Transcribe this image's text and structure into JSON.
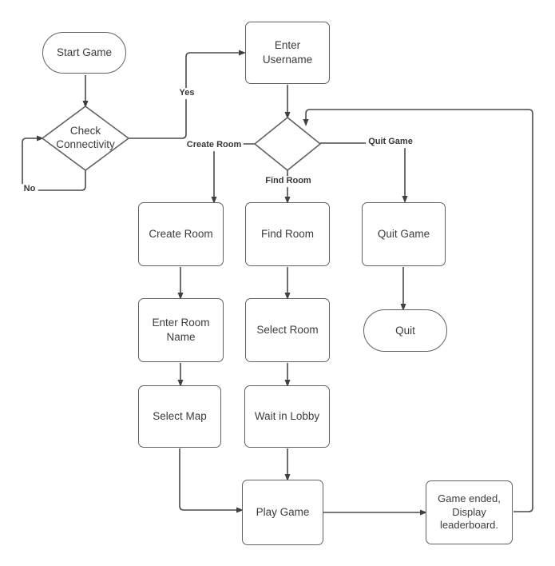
{
  "diagram_type": "flowchart",
  "colors": {
    "background": "#ffffff",
    "line": "#4a4a4a",
    "node_border": "#616161",
    "node_fill": "#ffffff",
    "text": "#3c3c3c"
  },
  "nodes": {
    "start_game": {
      "label": "Start Game",
      "shape": "stadium"
    },
    "check_connectivity": {
      "label": "Check\nConnectivity",
      "shape": "diamond"
    },
    "enter_username": {
      "label": "Enter\nUsername",
      "shape": "rect"
    },
    "decision": {
      "label": "",
      "shape": "diamond"
    },
    "create_room": {
      "label": "Create Room",
      "shape": "rect"
    },
    "find_room": {
      "label": "Find Room",
      "shape": "rect"
    },
    "quit_game": {
      "label": "Quit Game",
      "shape": "rect"
    },
    "enter_room_name": {
      "label": "Enter Room\nName",
      "shape": "rect"
    },
    "select_room": {
      "label": "Select Room",
      "shape": "rect"
    },
    "quit": {
      "label": "Quit",
      "shape": "stadium"
    },
    "select_map": {
      "label": "Select Map",
      "shape": "rect"
    },
    "wait_in_lobby": {
      "label": "Wait in Lobby",
      "shape": "rect"
    },
    "play_game": {
      "label": "Play Game",
      "shape": "rect"
    },
    "game_ended": {
      "label": "Game ended,\nDisplay\nleaderboard.",
      "shape": "rect"
    }
  },
  "edge_labels": {
    "yes": "Yes",
    "no": "No",
    "create_room": "Create Room",
    "find_room": "Find Room",
    "quit_game": "Quit Game"
  },
  "edges": [
    {
      "from": "start_game",
      "to": "check_connectivity",
      "label": ""
    },
    {
      "from": "check_connectivity",
      "to": "check_connectivity",
      "label": "No"
    },
    {
      "from": "check_connectivity",
      "to": "enter_username",
      "label": "Yes"
    },
    {
      "from": "enter_username",
      "to": "decision",
      "label": ""
    },
    {
      "from": "decision",
      "to": "create_room",
      "label": "Create Room"
    },
    {
      "from": "decision",
      "to": "find_room",
      "label": "Find Room"
    },
    {
      "from": "decision",
      "to": "quit_game",
      "label": "Quit Game"
    },
    {
      "from": "create_room",
      "to": "enter_room_name",
      "label": ""
    },
    {
      "from": "enter_room_name",
      "to": "select_map",
      "label": ""
    },
    {
      "from": "select_map",
      "to": "play_game",
      "label": ""
    },
    {
      "from": "find_room",
      "to": "select_room",
      "label": ""
    },
    {
      "from": "select_room",
      "to": "wait_in_lobby",
      "label": ""
    },
    {
      "from": "wait_in_lobby",
      "to": "play_game",
      "label": ""
    },
    {
      "from": "quit_game",
      "to": "quit",
      "label": ""
    },
    {
      "from": "play_game",
      "to": "game_ended",
      "label": ""
    },
    {
      "from": "game_ended",
      "to": "decision",
      "label": ""
    }
  ]
}
